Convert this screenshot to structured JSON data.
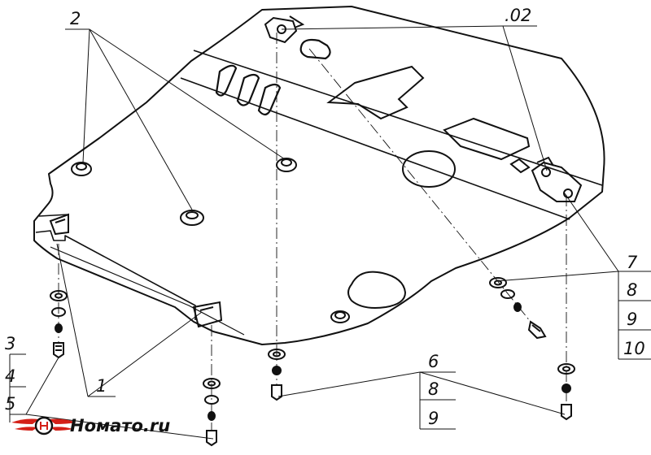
{
  "callouts": {
    "c2": "2",
    "c02": ".02",
    "c7": "7",
    "c8a": "8",
    "c9a": "9",
    "c10": "10",
    "c6": "6",
    "c8b": "8",
    "c9b": "9",
    "c1": "1",
    "c3": "3",
    "c4": "4",
    "c5": "5"
  },
  "brand": {
    "name": "Номато.ru",
    "colors": {
      "wing": "#d42018",
      "ink": "#111111"
    }
  },
  "icons": [
    "brand-logo-icon"
  ]
}
